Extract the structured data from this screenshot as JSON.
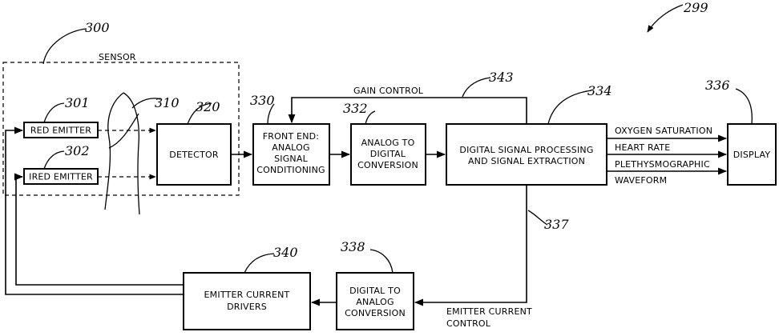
{
  "figure_ref": "299",
  "sensor": {
    "ref": "300",
    "label": "SENSOR"
  },
  "blocks": {
    "red_emitter": {
      "ref": "301",
      "lines": [
        "RED EMITTER"
      ]
    },
    "ired_emitter": {
      "ref": "302",
      "lines": [
        "IRED EMITTER"
      ]
    },
    "tissue": {
      "ref": "310"
    },
    "detector": {
      "ref": "320",
      "lines": [
        "DETECTOR"
      ]
    },
    "front_end": {
      "ref": "330",
      "lines": [
        "FRONT END:",
        "ANALOG",
        "SIGNAL",
        "CONDITIONING"
      ]
    },
    "adc": {
      "ref": "332",
      "lines": [
        "ANALOG TO",
        "DIGITAL",
        "CONVERSION"
      ]
    },
    "dsp": {
      "ref": "334",
      "lines": [
        "DIGITAL SIGNAL PROCESSING",
        "AND SIGNAL EXTRACTION"
      ]
    },
    "display": {
      "ref": "336",
      "lines": [
        "DISPLAY"
      ]
    },
    "dac": {
      "ref": "338",
      "lines": [
        "DIGITAL TO",
        "ANALOG",
        "CONVERSION"
      ]
    },
    "drivers": {
      "ref": "340",
      "lines": [
        "EMITTER CURRENT",
        "DRIVERS"
      ]
    }
  },
  "signals": {
    "gain_control": {
      "ref": "343",
      "label": "GAIN CONTROL"
    },
    "emitter_current_control": {
      "ref": "337",
      "lines": [
        "EMITTER CURRENT",
        "CONTROL"
      ]
    },
    "outputs": [
      "OXYGEN SATURATION",
      "HEART RATE",
      "PLETHYSMOGRAPHIC",
      "WAVEFORM"
    ]
  }
}
